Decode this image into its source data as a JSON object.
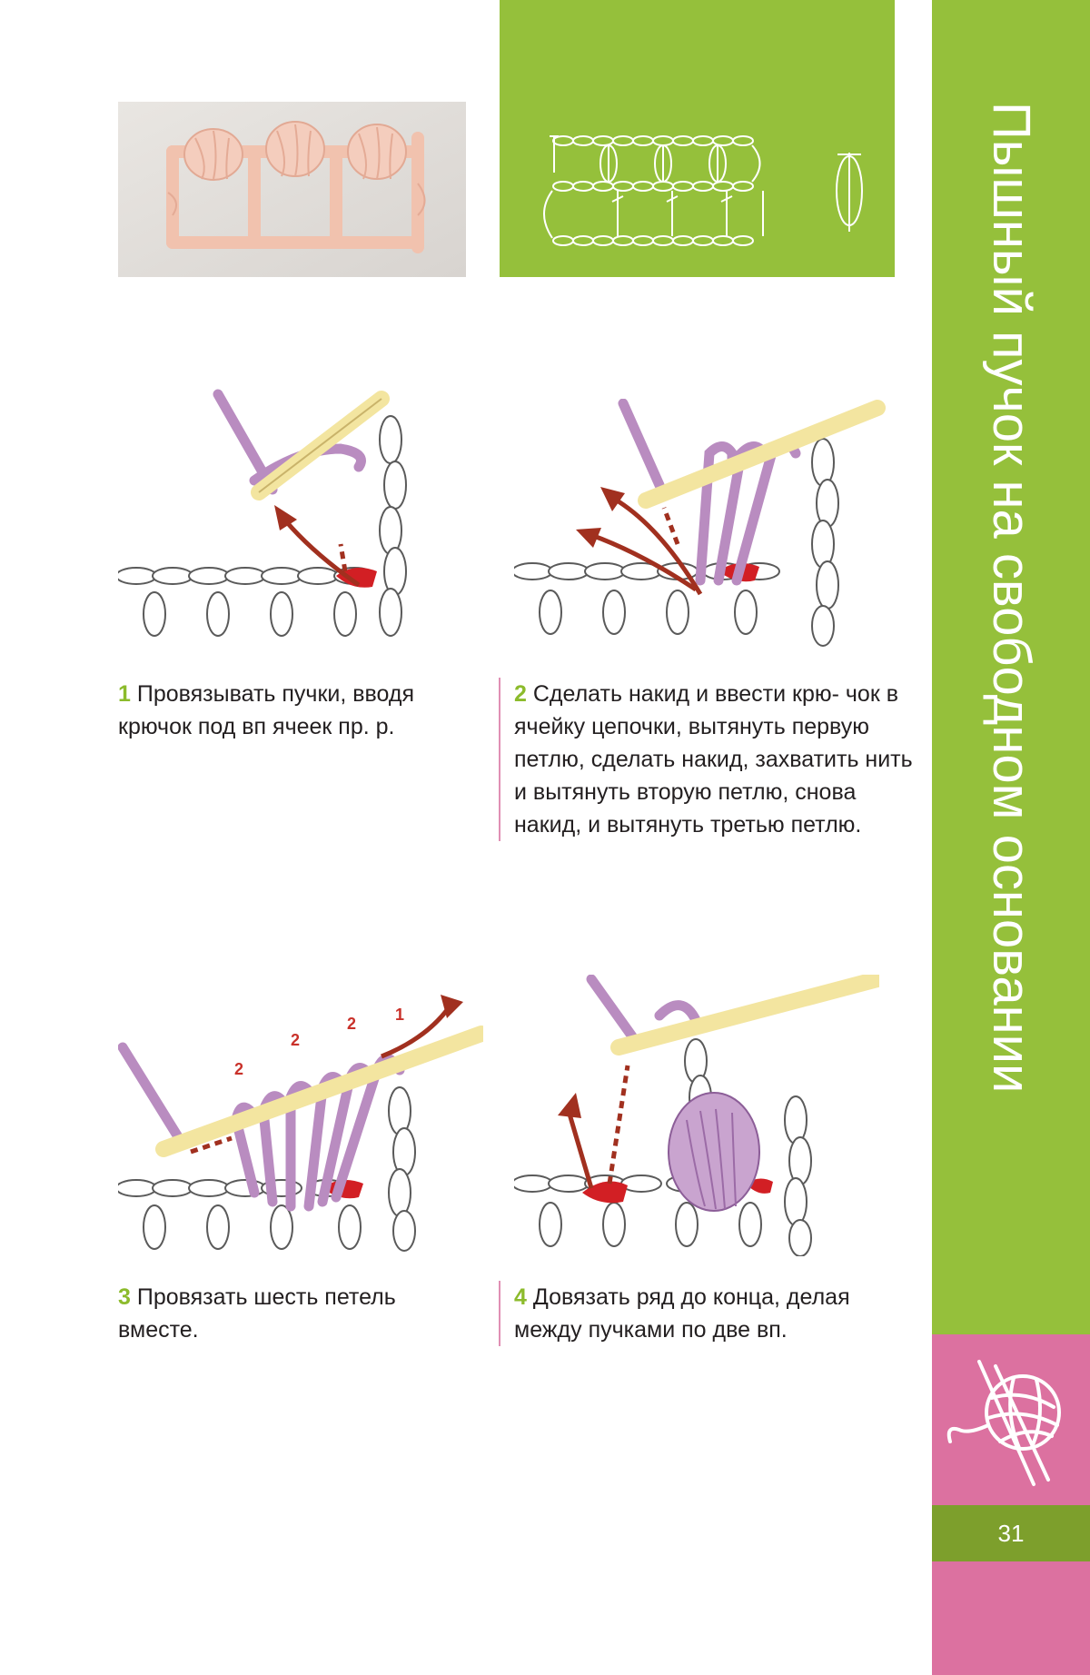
{
  "sidebar": {
    "title": "Пышный пучок на свободном основании",
    "page_number": "31",
    "icon": "yarn-ball-icon"
  },
  "steps": [
    {
      "number": "1",
      "text": "Провязывать пучки, вводя крючок под вп ячеек пр. р."
    },
    {
      "number": "2",
      "text": "Сделать накид и ввести крю- чок в ячейку цепочки, вытянуть первую петлю, сделать накид, захватить нить и вытянуть вторую петлю, снова накид, и вытянуть третью петлю."
    },
    {
      "number": "3",
      "text": "Провязать шесть петель вместе."
    },
    {
      "number": "4",
      "text": "Довязать ряд до конца, делая между пучками по две вп."
    }
  ],
  "illustration_3_labels": [
    "2",
    "2",
    "2",
    "1"
  ],
  "colors": {
    "green": "#95c03b",
    "dark_green": "#7d9f2c",
    "pink": "#dc71a0",
    "yarn": "#b98cc0",
    "hook": "#f3e5a0",
    "arrow": "#a1301f",
    "swatch_yarn": "#f2c3b0"
  }
}
